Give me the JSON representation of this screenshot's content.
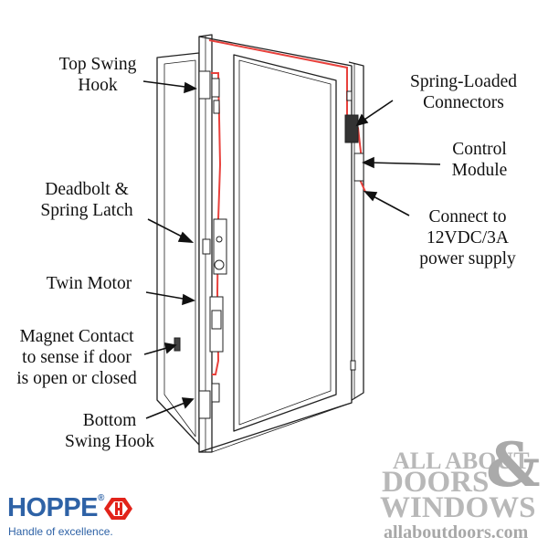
{
  "labels": {
    "top_swing_hook": [
      "Top Swing",
      "Hook"
    ],
    "deadbolt": [
      "Deadbolt &",
      "Spring Latch"
    ],
    "twin_motor": [
      "Twin Motor"
    ],
    "magnet_contact": [
      "Magnet Contact",
      "to sense if door",
      "is open or closed"
    ],
    "bottom_swing_hook": [
      "Bottom",
      "Swing Hook"
    ],
    "spring_loaded": [
      "Spring-Loaded",
      "Connectors"
    ],
    "control_module": [
      "Control",
      "Module"
    ],
    "connect_power": [
      "Connect to",
      "12VDC/3A",
      "power supply"
    ]
  },
  "watermark": {
    "line1": "ALL ABOUT",
    "line2": "DOORS",
    "line3": "WINDOWS",
    "ampersand": "&",
    "url": "allaboutdoors.com"
  },
  "brand": {
    "name": "HOPPE",
    "registered": "®",
    "tagline": "Handle of excellence."
  },
  "colors": {
    "wire": "#e8413c",
    "brand_blue": "#2e62a6",
    "brand_red": "#e2231a",
    "watermark_gray": "#b8b8b8"
  }
}
